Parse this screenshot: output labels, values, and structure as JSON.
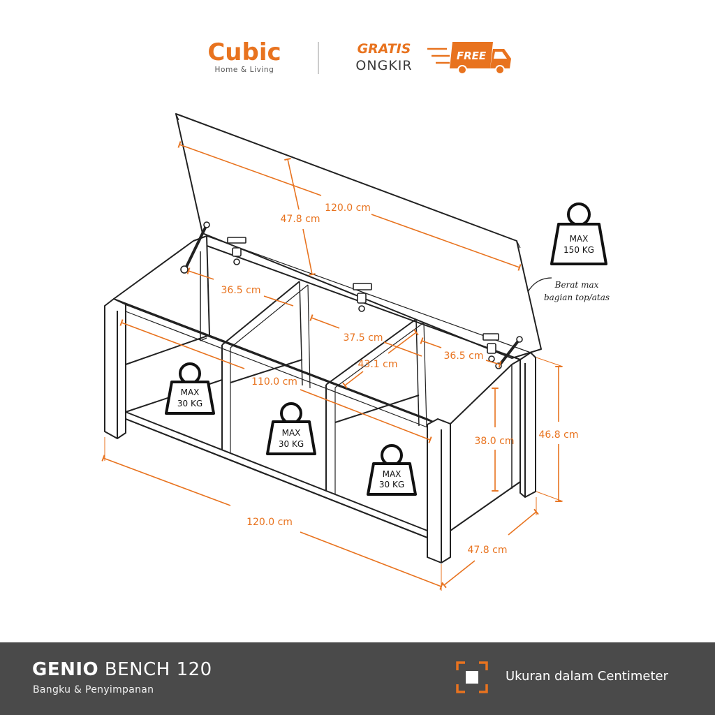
{
  "brand": {
    "name": "Cubic",
    "tagline": "Home & Living",
    "color": "#e8731f"
  },
  "shipping": {
    "line1": "GRATIS",
    "line2": "ONGKIR",
    "truck_label": "FREE",
    "icon": "delivery-truck-icon"
  },
  "diagram": {
    "lid_length": "120.0 cm",
    "lid_depth": "47.8 cm",
    "compartment_left": "36.5 cm",
    "compartment_middle": "37.5 cm",
    "compartment_right": "36.5 cm",
    "compartment_depth": "43.1 cm",
    "inner_length": "110.0 cm",
    "inner_height": "38.0 cm",
    "total_height": "46.8 cm",
    "base_length": "120.0 cm",
    "base_depth": "47.8 cm",
    "top_weight": {
      "line1": "MAX",
      "line2": "150 KG",
      "icon": "kettlebell-icon"
    },
    "top_weight_note": {
      "line1": "Berat max",
      "line2": "bagian top/atas"
    },
    "compartment_weights": [
      {
        "line1": "MAX",
        "line2": "30 KG",
        "icon": "kettlebell-icon"
      },
      {
        "line1": "MAX",
        "line2": "30 KG",
        "icon": "kettlebell-icon"
      },
      {
        "line1": "MAX",
        "line2": "30 KG",
        "icon": "kettlebell-icon"
      }
    ],
    "line_color": "#222222",
    "dimension_color": "#e8731f"
  },
  "footer": {
    "product_name_bold": "GENIO",
    "product_name_rest": "BENCH 120",
    "product_subtitle": "Bangku & Penyimpanan",
    "unit_note": "Ukuran dalam Centimeter",
    "unit_icon": "frame-corners-icon",
    "background": "#4a4a4a"
  }
}
